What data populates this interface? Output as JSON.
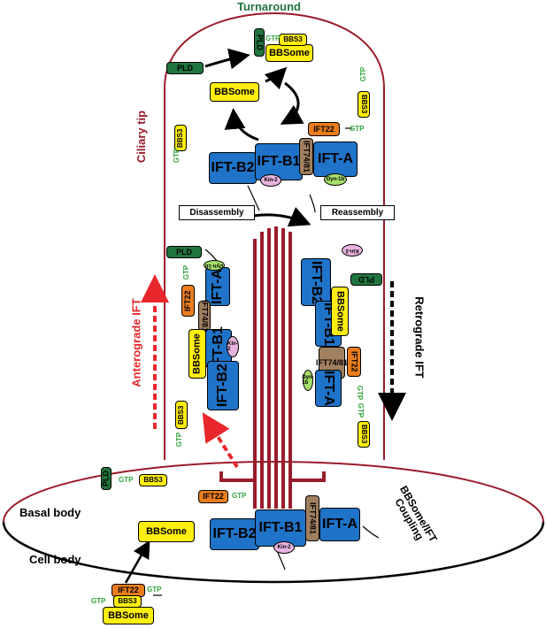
{
  "labels": {
    "turnaround": "Turnaround",
    "ciliary_tip": "Ciliary tip",
    "anterograde": "Anterograde IFT",
    "retrograde": "Retrograde IFT",
    "basal_body": "Basal body",
    "cell_body": "Cell body",
    "coupling": "BBSome/IFT\nCoupling",
    "disassembly": "Disassembly",
    "reassembly": "Reassembly"
  },
  "proteins": {
    "bbsome": "BBSome",
    "bbs3": "BBS3",
    "pld": "PLD",
    "gtp": "GTP",
    "ift22": "IFT22",
    "ift74_81": "IFT74/81",
    "ift_b1": "IFT-B1",
    "ift_b2": "IFT-B2",
    "ift_a": "IFT-A",
    "kin2": "Kin-2",
    "dyn1b": "Dyn-1b"
  },
  "colors": {
    "cilium_outline": "#9a1c2a",
    "ift_blue": "#1f73c8",
    "ift74_brown": "#a08060",
    "ift22_orange": "#ea7d1e",
    "bbsome_yellow": "#ffee10",
    "pld_green": "#21753e",
    "gtp_green": "#2fa33c",
    "anterograde_arrow": "#e8272c",
    "retrograde_arrow": "#000000",
    "kinesin": "#e7b3de",
    "dynein": "#a7e06a"
  }
}
